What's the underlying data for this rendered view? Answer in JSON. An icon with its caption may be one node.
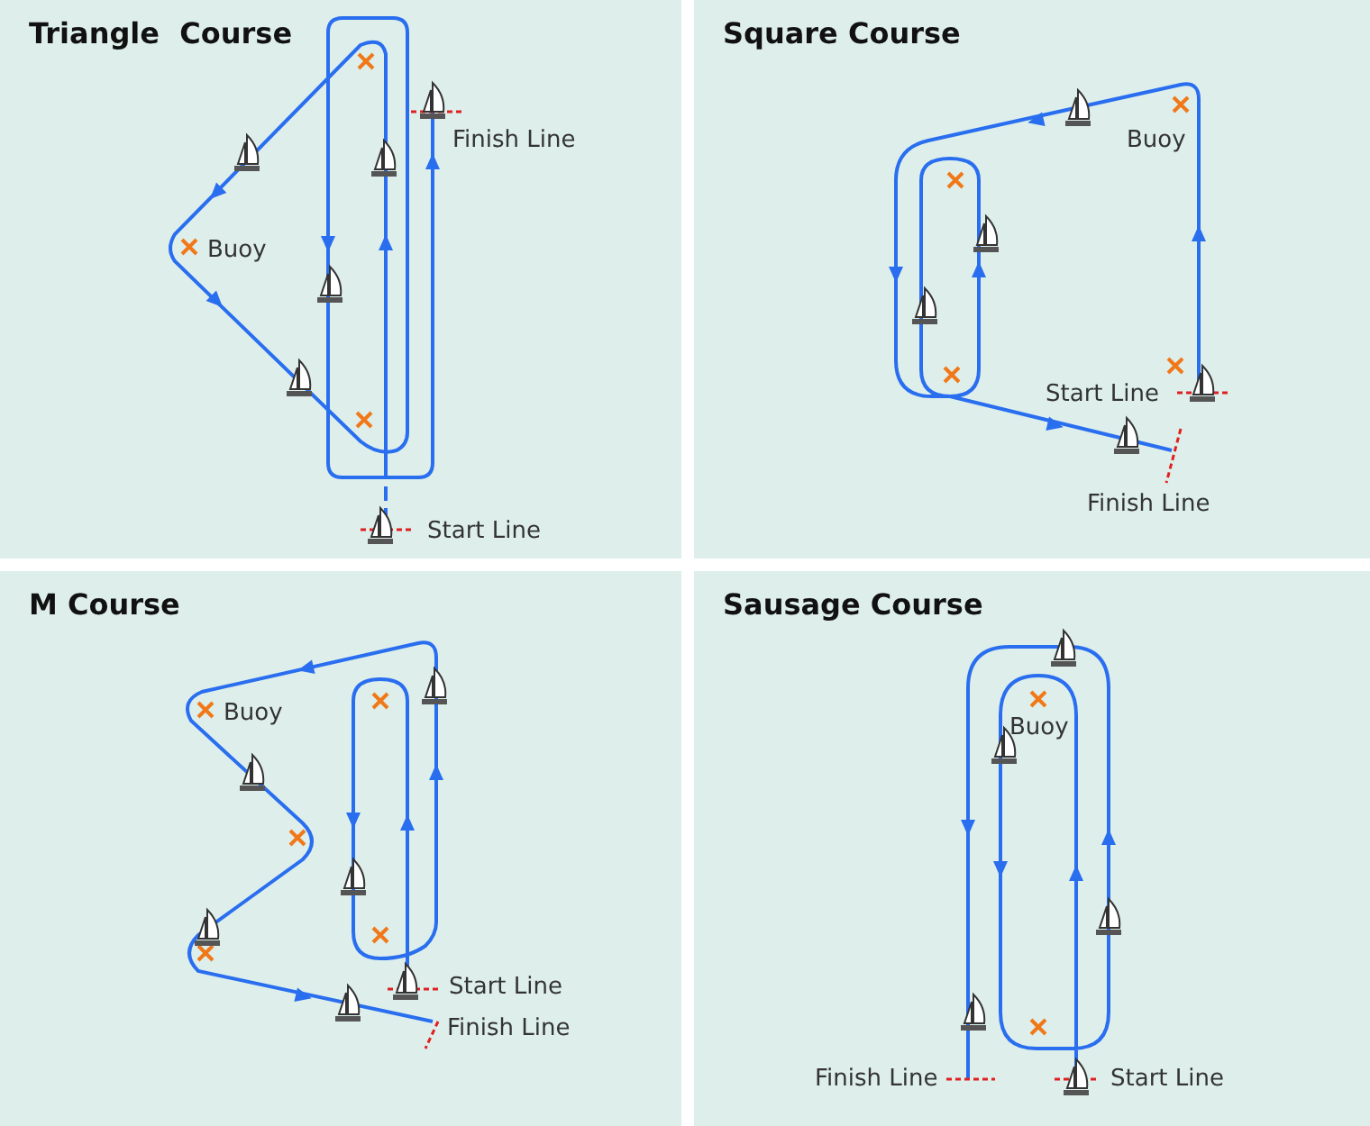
{
  "diagram": {
    "nodes": [
      {
        "text": [
          "Triangle  Course"
        ]
      },
      {
        "text": [
          "Square Course"
        ]
      },
      {
        "text": [
          "M Course"
        ]
      },
      {
        "text": [
          "Sausage Course"
        ]
      }
    ],
    "labels": [
      "Finish Line",
      "Buoy",
      "Start Line",
      "Buoy",
      "Start Line",
      "Finish Line",
      "Buoy",
      "Start Line",
      "Finish Line",
      "Buoy",
      "Finish Line",
      "Start Line"
    ]
  }
}
